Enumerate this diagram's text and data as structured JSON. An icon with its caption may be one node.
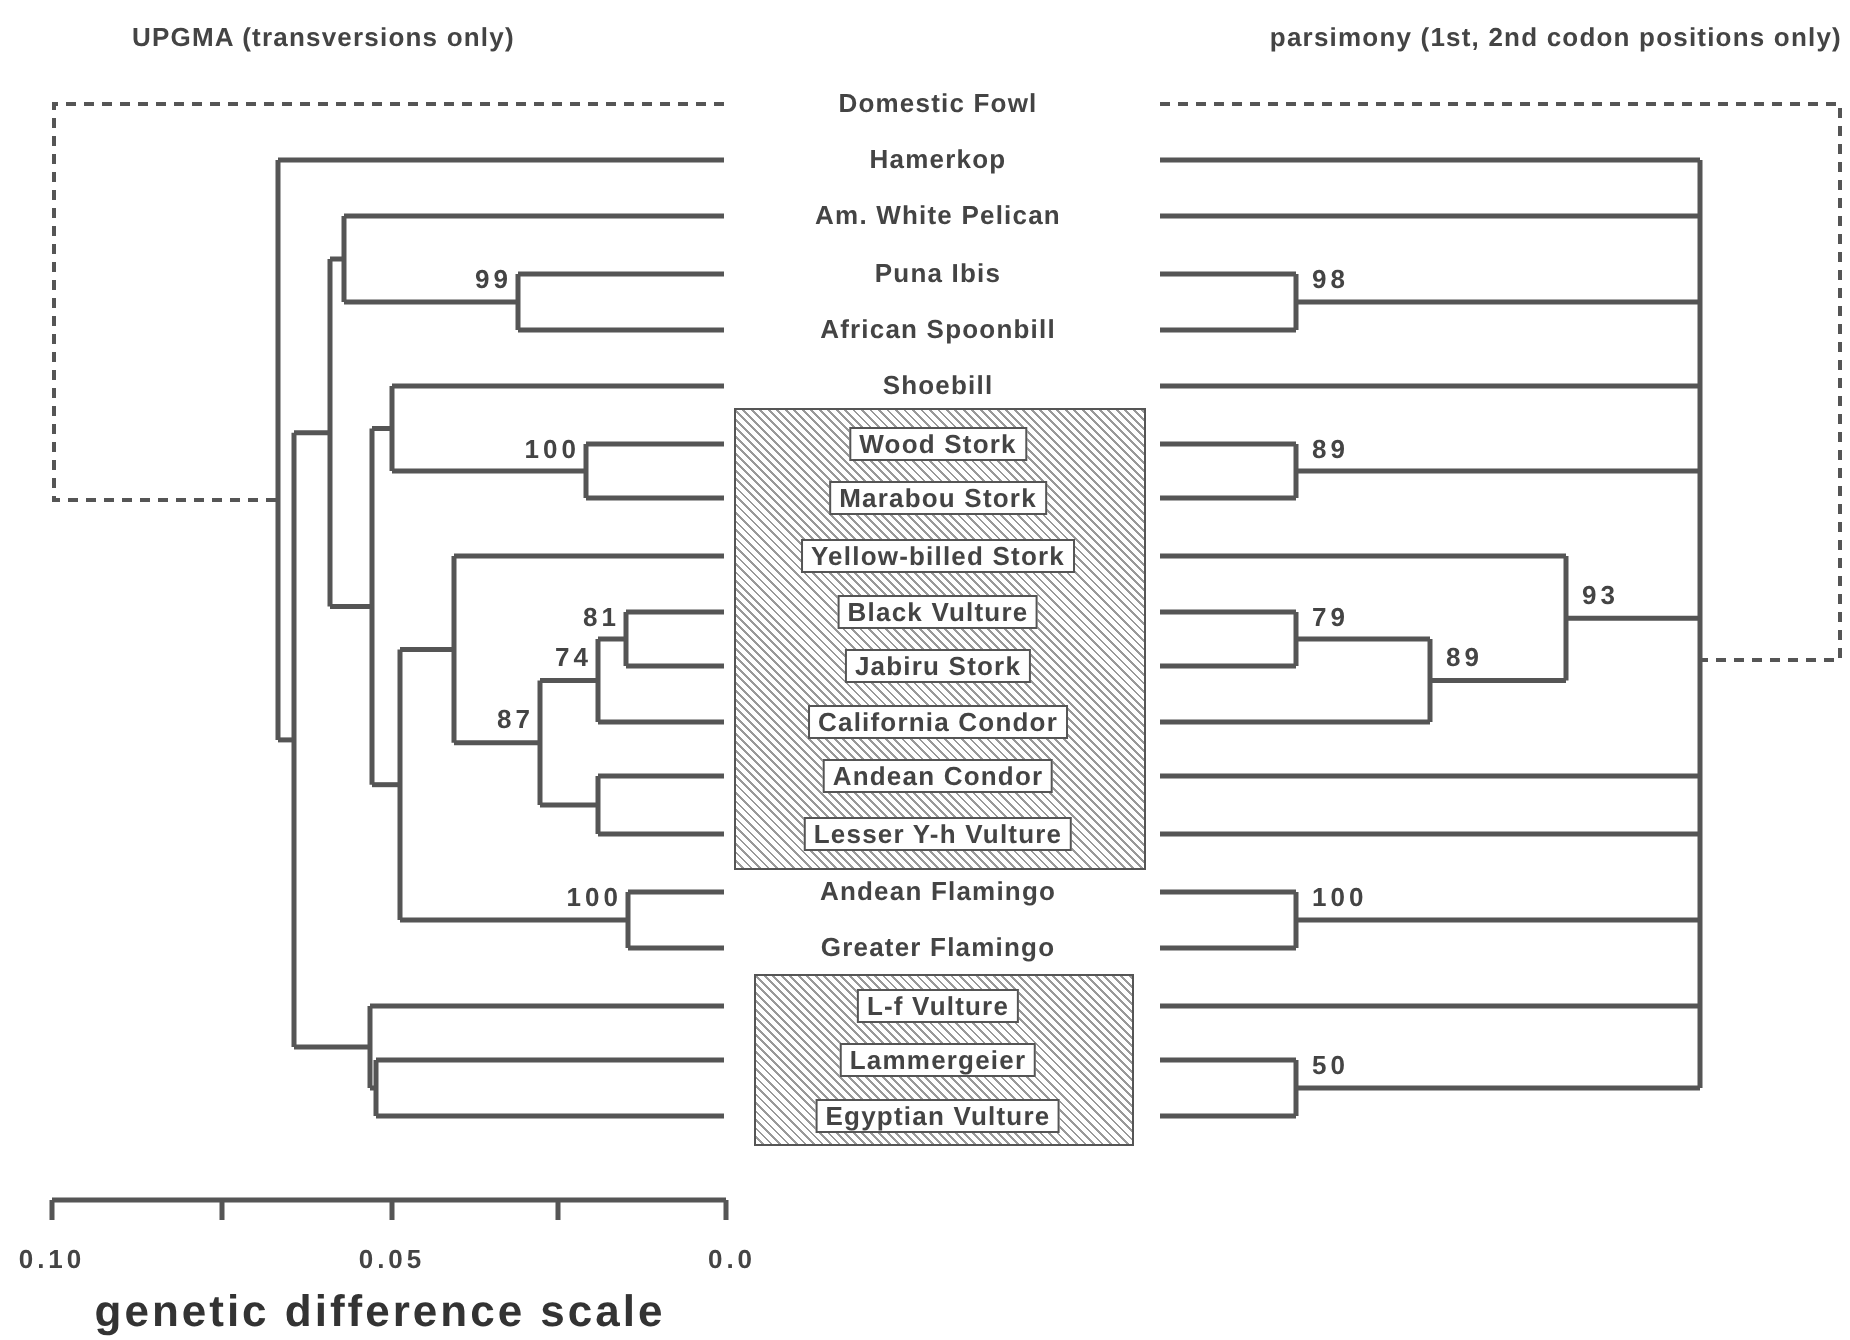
{
  "diagram": {
    "nodes": [
      {
        "text": [
          "Domestic Fowl"
        ]
      },
      {
        "text": [
          "Hamerkop"
        ]
      },
      {
        "text": [
          "Am. White Pelican"
        ]
      },
      {
        "text": [
          "Puna Ibis"
        ]
      },
      {
        "text": [
          "African Spoonbill"
        ]
      },
      {
        "text": [
          "Shoebill"
        ]
      },
      {
        "text": [],
        "shape": "box"
      },
      {
        "text": [
          "Wood Stork"
        ],
        "in": 6
      },
      {
        "text": [
          "Marabou Stork"
        ],
        "in": 6
      },
      {
        "text": [
          "Yellow-billed Stork"
        ],
        "in": 6
      },
      {
        "text": [
          "Black Vulture"
        ],
        "in": 6
      },
      {
        "text": [
          "Jabiru Stork"
        ],
        "in": 6
      },
      {
        "text": [
          "California Condor"
        ],
        "in": 6
      },
      {
        "text": [
          "Andean Condor"
        ],
        "in": 6
      },
      {
        "text": [
          "Lesser Y-h Vulture"
        ],
        "in": 6
      },
      {
        "text": [
          "Andean Flamingo"
        ]
      },
      {
        "text": [
          "Greater Flamingo"
        ]
      },
      {
        "text": [],
        "shape": "box"
      },
      {
        "text": [
          "L-f Vulture"
        ],
        "in": 17
      },
      {
        "text": [
          "Lammergeier"
        ],
        "in": 17
      },
      {
        "text": [
          "Egyptian Vulture"
        ],
        "in": 17
      }
    ],
    "labels": [
      "UPGMA (transversions only)",
      "parsimony (1st, 2nd codon positions only)",
      "99",
      "98",
      "100",
      "89",
      "93",
      "81",
      "79",
      "74",
      "89",
      "87",
      "100",
      "100",
      "50",
      "0.10",
      "0.05",
      "0.0",
      "genetic difference scale"
    ]
  }
}
